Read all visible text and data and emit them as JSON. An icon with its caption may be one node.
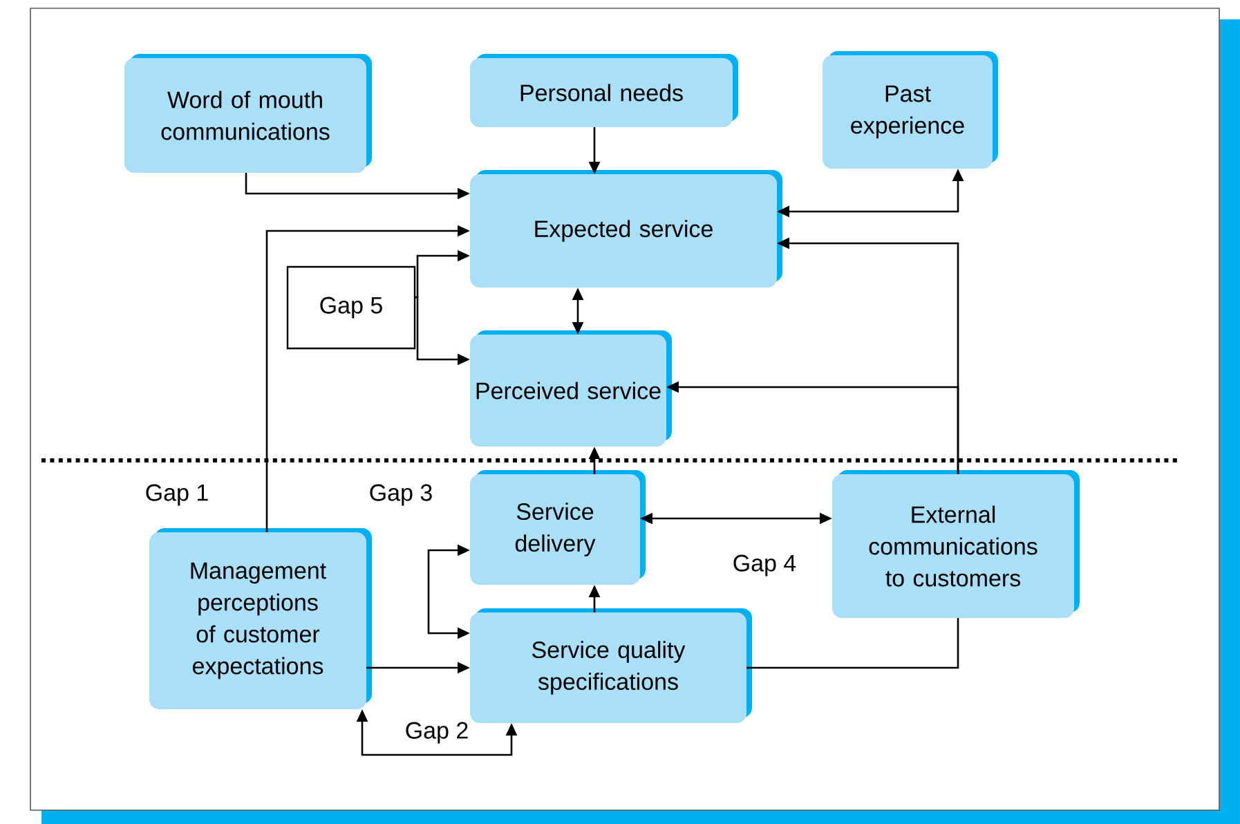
{
  "diagram": {
    "nodes": [
      {
        "text": [
          "Word of mouth communications"
        ]
      },
      {
        "text": [
          "Personal needs"
        ]
      },
      {
        "text": [
          "Past experience"
        ]
      },
      {
        "text": [
          "Expected service"
        ]
      },
      {
        "text": [
          "Gap 5"
        ]
      },
      {
        "text": [
          "Perceived service"
        ]
      },
      {
        "text": [
          "Service delivery"
        ]
      },
      {
        "text": [
          "External communications to customers"
        ]
      },
      {
        "text": [
          "Management perceptions of customer expectations"
        ]
      },
      {
        "text": [
          "Service quality specifications"
        ]
      }
    ],
    "edges": [
      {
        "from": 0,
        "to": 3,
        "arrow": "to"
      },
      {
        "from": 1,
        "to": 3,
        "arrow": "to"
      },
      {
        "from": 3,
        "to": 2,
        "arrow": "both"
      },
      {
        "from": 8,
        "to": 3,
        "arrow": "to"
      },
      {
        "from": 4,
        "to": 3,
        "arrow": "to"
      },
      {
        "from": 4,
        "to": 5,
        "arrow": "to"
      },
      {
        "from": 3,
        "to": 5,
        "arrow": "both"
      },
      {
        "from": 7,
        "to": 3,
        "arrow": "to"
      },
      {
        "from": 7,
        "to": 5,
        "arrow": "to"
      },
      {
        "from": 9,
        "to": 7,
        "arrow": "none"
      },
      {
        "from": 6,
        "to": 5,
        "arrow": "to"
      },
      {
        "from": 6,
        "to": 7,
        "arrow": "both"
      },
      {
        "from": 9,
        "to": 6,
        "arrow": "to"
      },
      {
        "from": 6,
        "to": 9,
        "arrow": "both"
      },
      {
        "from": 8,
        "to": 9,
        "arrow": "to"
      },
      {
        "from": 8,
        "to": 9,
        "arrow": "both",
        "label": "Gap 2"
      }
    ],
    "labels": [
      "Gap 1",
      "Gap 3",
      "Gap 4"
    ]
  }
}
